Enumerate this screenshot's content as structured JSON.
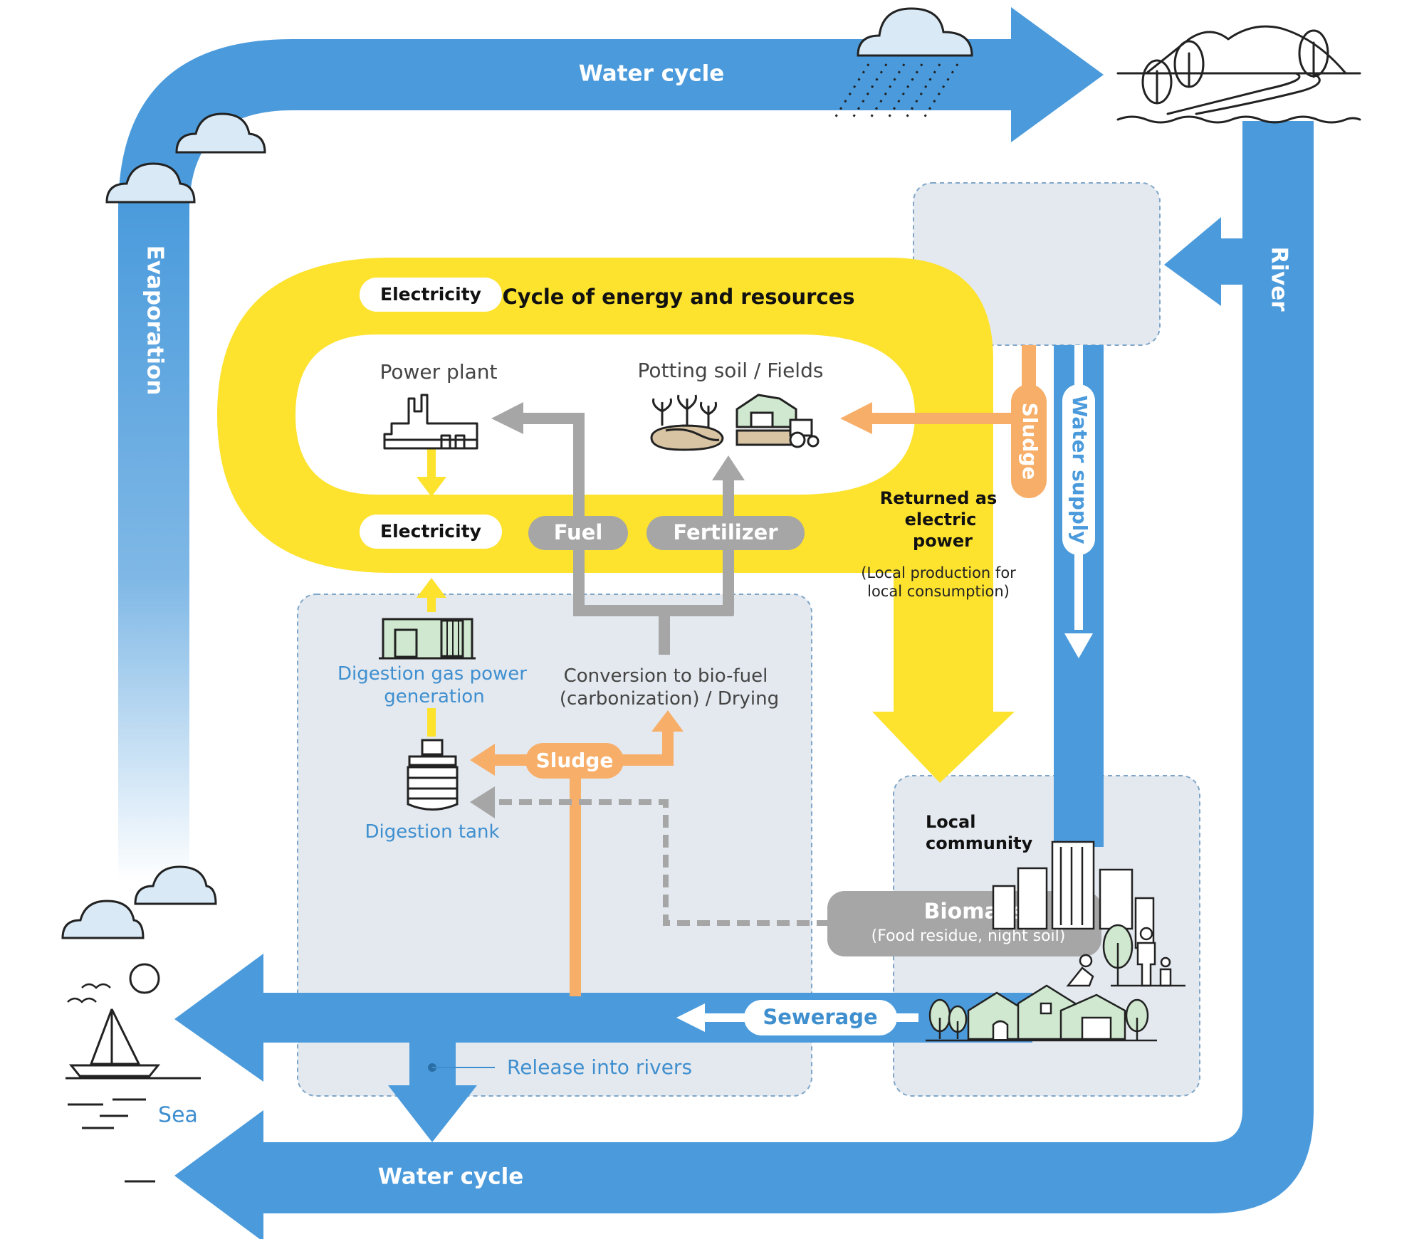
{
  "colors": {
    "water": "#4b9bdc",
    "energy": "#fde22e",
    "sludge": "#f7ae68",
    "fuel": "#a6a6a6",
    "panel": "#e4e9ef",
    "panel_border": "#7fa6c8",
    "icon_green": "#cfe8cf",
    "cloud": "#d9e9f6"
  },
  "labels": {
    "water_cycle_top": "Water cycle",
    "water_cycle_bottom": "Water cycle",
    "evaporation": "Evaporation",
    "river": "River",
    "sea": "Sea",
    "energy_cycle_title": "Cycle of energy and resources",
    "electricity_top": "Electricity",
    "electricity_bottom": "Electricity",
    "power_plant": "Power plant",
    "potting_soil": "Potting soil / Fields",
    "fuel": "Fuel",
    "fertilizer": "Fertilizer",
    "sludge_vertical": "Sludge",
    "sludge_horizontal": "Sludge",
    "water_supply": "Water supply",
    "returned_power": [
      "Returned as",
      "electric",
      "power"
    ],
    "local_production": [
      "(Local production for",
      "local consumption)"
    ],
    "digestion_gas": [
      "Digestion gas power",
      "generation"
    ],
    "conversion": [
      "Conversion to bio-fuel",
      "(carbonization) / Drying"
    ],
    "digestion_tank": "Digestion tank",
    "local_community": [
      "Local",
      "community"
    ],
    "biomass": "Biomass",
    "biomass_sub": "(Food residue, night soil)",
    "sewerage": "Sewerage",
    "release": "Release into rivers"
  },
  "icons": [
    "cloud-icon",
    "rain-icon",
    "mountain-river-icon",
    "power-plant-icon",
    "seedlings-icon",
    "barn-tractor-icon",
    "gas-generator-icon",
    "digestion-tank-icon",
    "city-buildings-icon",
    "houses-icon",
    "sailboat-icon",
    "sun-icon",
    "bird-icon"
  ]
}
